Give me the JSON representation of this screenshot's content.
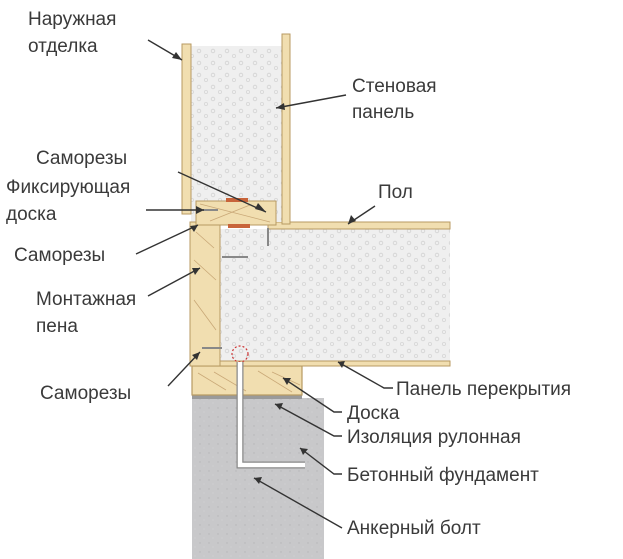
{
  "labels": {
    "outer_finish": [
      "Наружная",
      "отделка"
    ],
    "wall_panel": [
      "Стеновая",
      "панель"
    ],
    "screws_top": "Саморезы",
    "fixing_board": [
      "Фиксирующая",
      "доска"
    ],
    "floor": "Пол",
    "screws_mid": "Саморезы",
    "mounting_foam": [
      "Монтажная",
      "пена"
    ],
    "screws_bottom": "Саморезы",
    "floor_panel": "Панель перекрытия",
    "board": "Доска",
    "roll_insulation": "Изоляция рулонная",
    "concrete_foundation": "Бетонный фундамент",
    "anchor_bolt": "Анкерный болт"
  },
  "colors": {
    "wood": "#f1deb0",
    "wood_stroke": "#b89a62",
    "foam": "#eeeeef",
    "concrete": "#c9c9cb",
    "screw": "#c8643a",
    "bolt": "#ffffff",
    "text": "#3a3a3a"
  }
}
